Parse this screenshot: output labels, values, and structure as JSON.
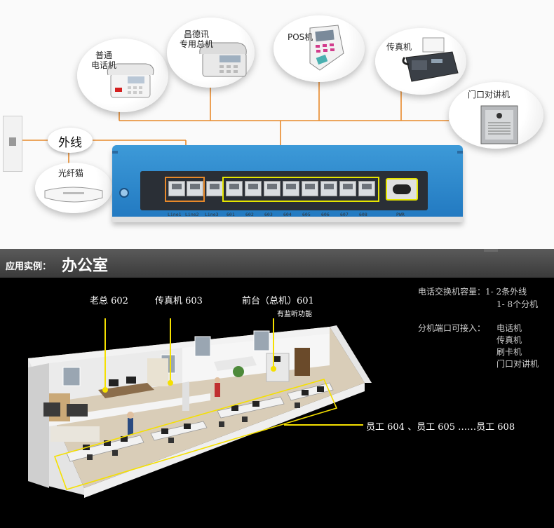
{
  "diagram": {
    "devices": {
      "phone": "普通\n电话机",
      "operator_phone": "昌德讯\n专用总机",
      "pos": "POS机",
      "fax": "传真机",
      "intercom": "门口对讲机",
      "outside_line": "外线",
      "modem": "光纤猫"
    },
    "port_labels": [
      "Line1",
      "Line2",
      "Line3",
      "601",
      "602",
      "603",
      "604",
      "605",
      "606",
      "607",
      "608",
      "PWR"
    ]
  },
  "banner": {
    "prefix": "应用实例：",
    "title": "办公室"
  },
  "office": {
    "labels": {
      "boss": "老总 602",
      "fax": "传真机 603",
      "front_desk": "前台（总机）601",
      "monitor_note": "有监听功能",
      "staff": "员工 604 、员工 605 ……员工 608"
    },
    "capacity": {
      "line1": "电话交换机容量：1- 2条外线",
      "line2": "1- 8个分机"
    },
    "connectable": {
      "label": "分机端口可接入：",
      "items": [
        "电话机",
        "传真机",
        "刷卡机",
        "门口对讲机"
      ]
    }
  },
  "colors": {
    "pbx_blue": "#2a86cc",
    "wire_orange": "#e8892a",
    "highlight_yellow": "#e6e600",
    "callout_yellow": "#f5e000",
    "banner_gray": "#4a4a4a"
  }
}
